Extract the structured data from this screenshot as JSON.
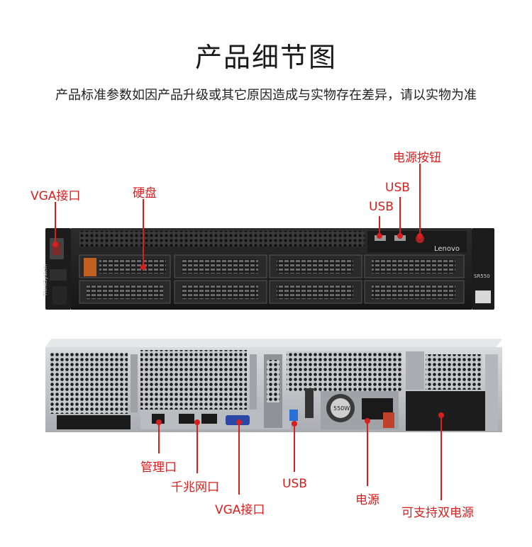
{
  "header": {
    "title": "产品细节图",
    "subtitle": "产品标准参数如因产品升级或其它原因造成与实物存在差异，请以实物为准"
  },
  "front_panel": {
    "brand_left": "ThinkSystem",
    "brand_right": "Lenovo",
    "model": "SR550",
    "labels": {
      "vga": "VGA接口",
      "disk": "硬盘",
      "usb1": "USB",
      "usb2": "USB",
      "power_button": "电源按钮"
    }
  },
  "rear_panel": {
    "psu_rating": "550W",
    "labels": {
      "mgmt": "管理口",
      "gbe": "千兆网口",
      "vga": "VGA接口",
      "usb": "USB",
      "power": "电源",
      "dual_power": "可支持双电源"
    }
  },
  "colors": {
    "accent": "#d61f1f"
  }
}
